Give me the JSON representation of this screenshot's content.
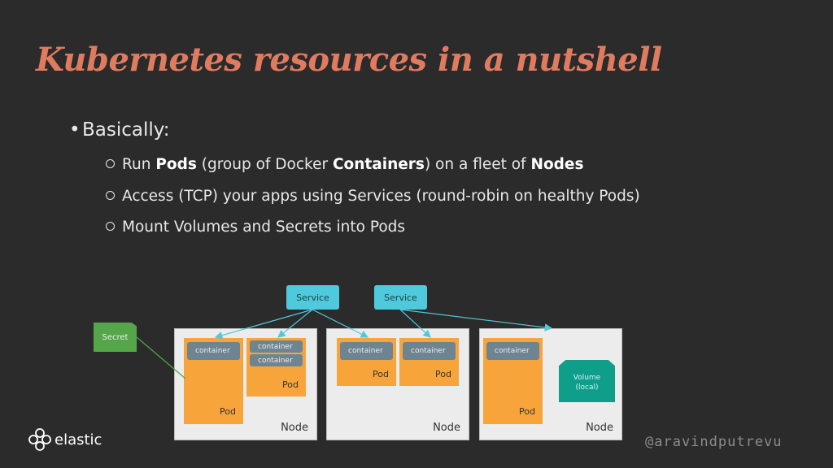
{
  "title": "Kubernetes resources in a nutshell",
  "bullet": {
    "text": "Basically:",
    "subs": [
      {
        "parts": [
          "Run ",
          "Pods",
          " (group of Docker ",
          "Containers",
          ") on a fleet of ",
          "Nodes"
        ]
      },
      {
        "text": "Access (TCP) your apps using Services (round-robin on healthy Pods)"
      },
      {
        "text": "Mount Volumes and Secrets into Pods"
      }
    ]
  },
  "diagram": {
    "services": [
      "Service",
      "Service"
    ],
    "secret": "Secret",
    "node_label": "Node",
    "pod_label": "Pod",
    "container_label": "container",
    "volume": [
      "Volume",
      "(local)"
    ]
  },
  "footer": {
    "logo_text": "elastic",
    "handle": "@aravindputrevu"
  },
  "colors": {
    "title": "#e07b5f",
    "pod": "#f7a43b",
    "container": "#6f8491",
    "service": "#4ecadc",
    "secret": "#55a54b",
    "volume": "#0e9e8a"
  }
}
